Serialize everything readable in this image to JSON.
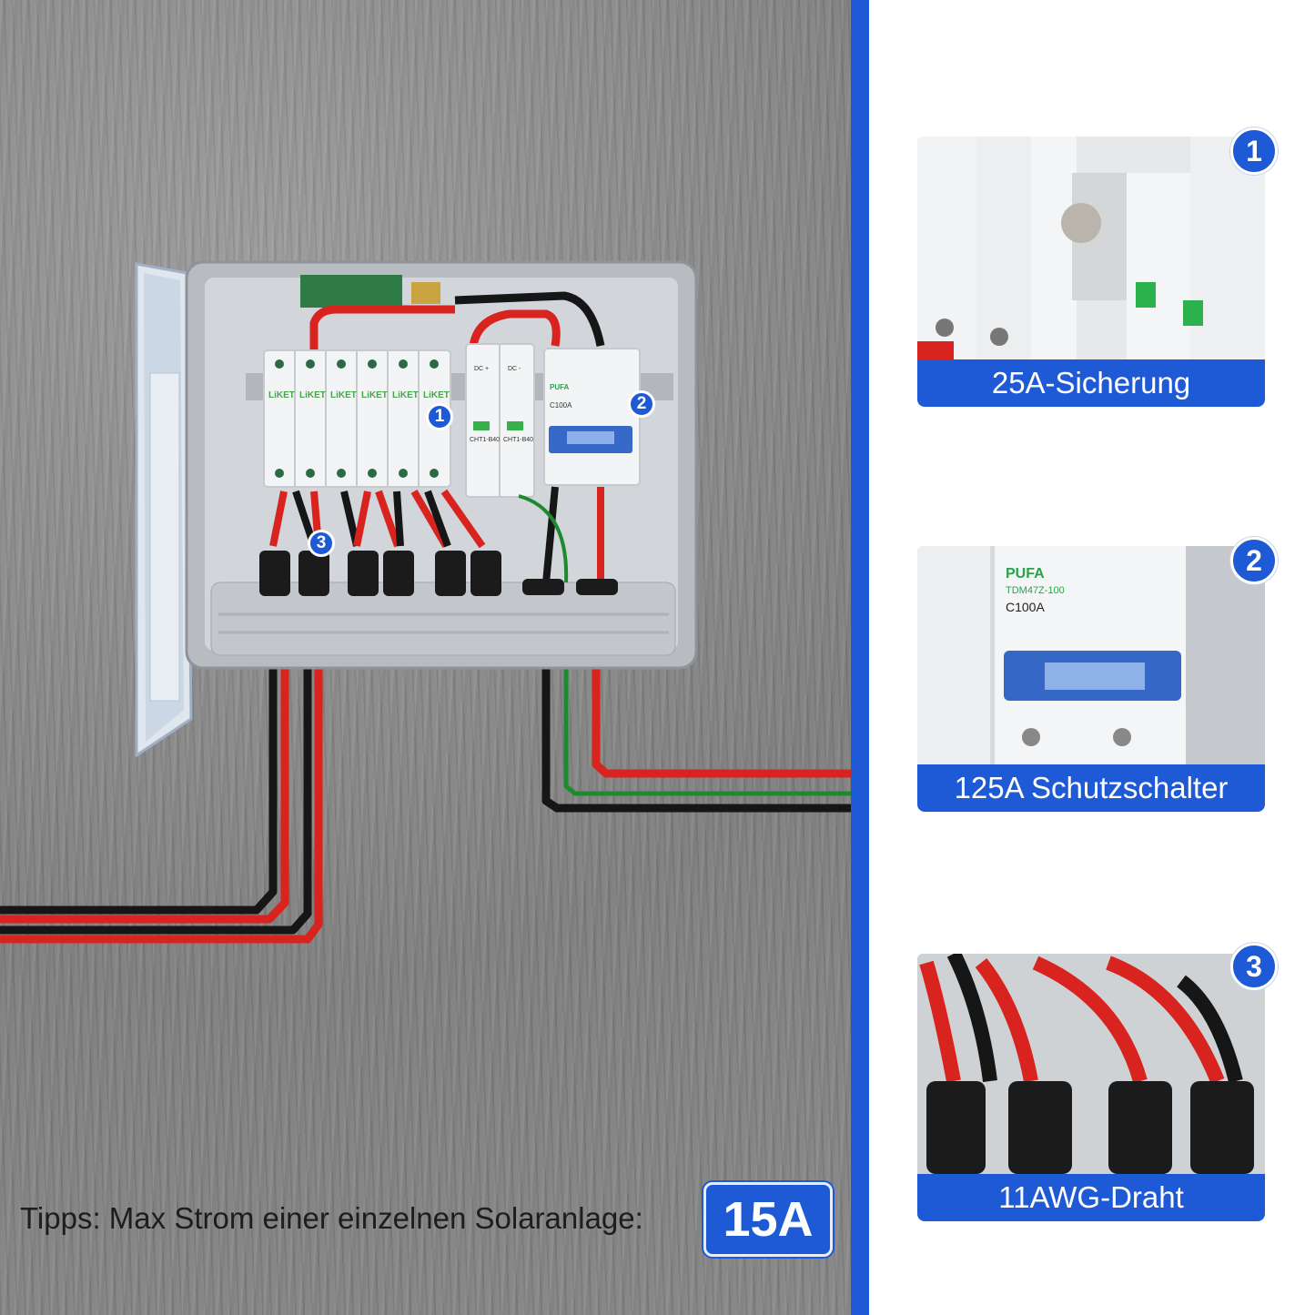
{
  "tip": {
    "text": "Tipps: Max Strom einer einzelnen Solaranlage:",
    "value": "15A"
  },
  "callouts": [
    {
      "number": "1",
      "label": "25A-Sicherung"
    },
    {
      "number": "2",
      "label": "125A Schutzschalter"
    },
    {
      "number": "3",
      "label": "11AWG-Draht"
    }
  ],
  "device_labels": {
    "fuse_brand": "LiKET",
    "spd_model": "CHT1-B40",
    "spd_dc_plus": "DC +",
    "spd_dc_minus": "DC -",
    "breaker_brand": "PUFA",
    "breaker_rating": "C100A",
    "breaker_model": "TDM47Z-100"
  },
  "colors": {
    "accent": "#1f5ad6",
    "wire_red": "#d9231f",
    "wire_black": "#161616",
    "wire_green": "#1e8a2e"
  }
}
